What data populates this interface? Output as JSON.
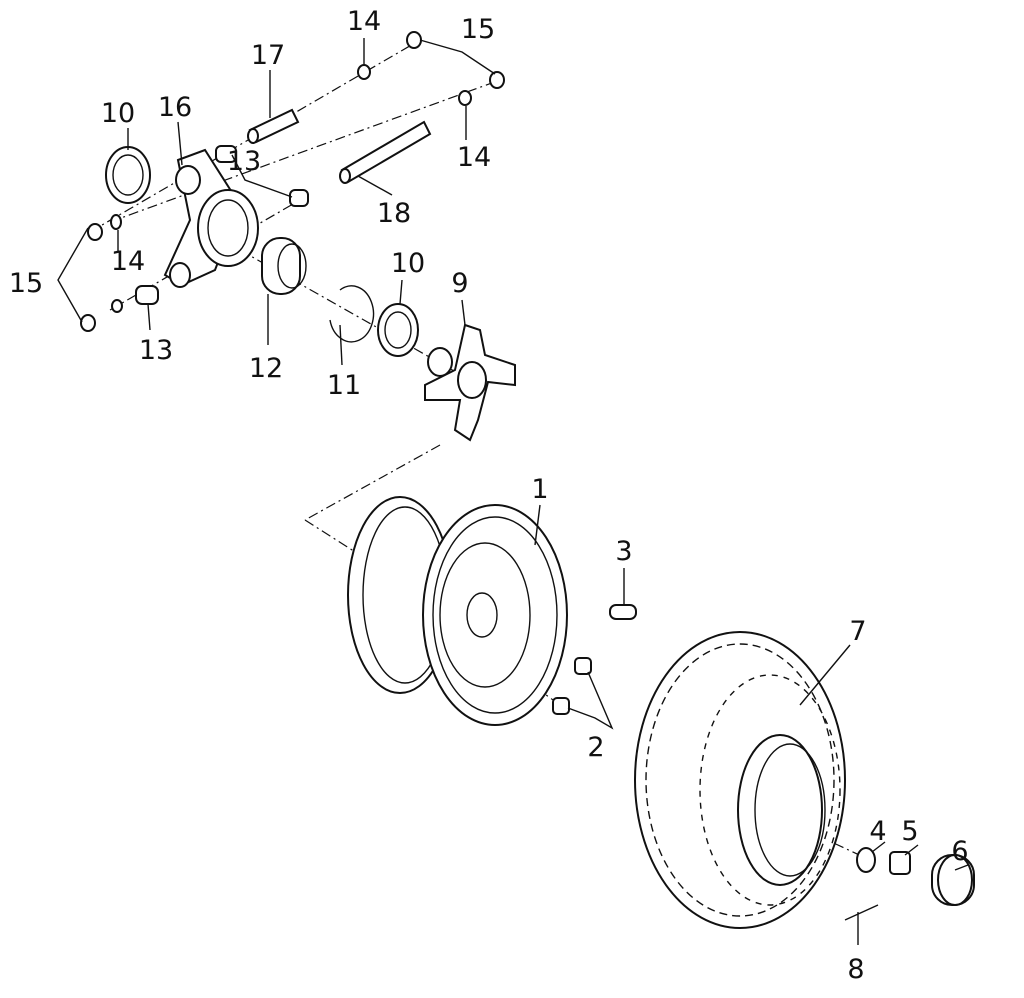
{
  "diagram": {
    "type": "exploded parts diagram",
    "callouts": [
      "14",
      "15",
      "17",
      "10",
      "16",
      "13",
      "14",
      "18",
      "15",
      "14",
      "13",
      "12",
      "11",
      "10",
      "9",
      "1",
      "3",
      "2",
      "7",
      "4",
      "5",
      "6",
      "8"
    ]
  }
}
